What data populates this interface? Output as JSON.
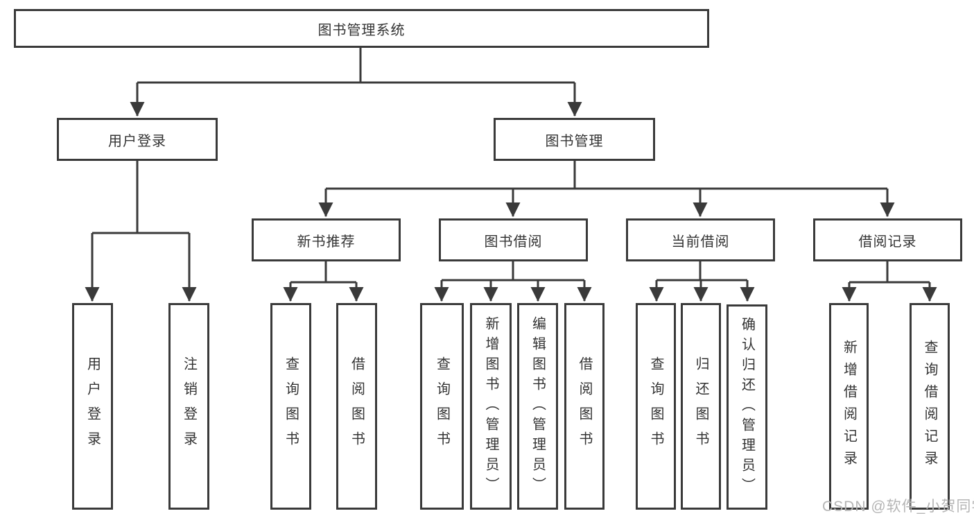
{
  "diagram": {
    "watermark": "CSDN @软件_小贺同学",
    "colors": {
      "line": "#3a3a3a",
      "box_border": "#3a3a3a",
      "text": "#333333",
      "watermark": "#b5b5b5",
      "background": "#ffffff"
    },
    "tree": {
      "root": {
        "label": "图书管理系统",
        "children": [
          {
            "label": "用户登录",
            "children": [
              {
                "label": "用户登录"
              },
              {
                "label": "注销登录"
              }
            ]
          },
          {
            "label": "图书管理",
            "children": [
              {
                "label": "新书推荐",
                "children": [
                  {
                    "label": "查询图书"
                  },
                  {
                    "label": "借阅图书"
                  }
                ]
              },
              {
                "label": "图书借阅",
                "children": [
                  {
                    "label": "查询图书"
                  },
                  {
                    "label": "新增图书（管理员）"
                  },
                  {
                    "label": "编辑图书（管理员）"
                  },
                  {
                    "label": "借阅图书"
                  }
                ]
              },
              {
                "label": "当前借阅",
                "children": [
                  {
                    "label": "查询图书"
                  },
                  {
                    "label": "归还图书"
                  },
                  {
                    "label": "确认归还（管理员）"
                  }
                ]
              },
              {
                "label": "借阅记录",
                "children": [
                  {
                    "label": "新增借阅记录"
                  },
                  {
                    "label": "查询借阅记录"
                  }
                ]
              }
            ]
          }
        ]
      }
    }
  }
}
